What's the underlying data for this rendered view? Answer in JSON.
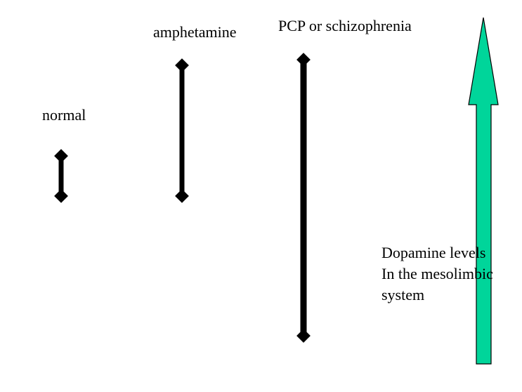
{
  "labels": {
    "normal": "normal",
    "amphetamine": "amphetamine",
    "pcp": "PCP or schizophrenia"
  },
  "caption": {
    "line1": "Dopamine levels",
    "line2": "In the mesolimbic",
    "line3": "system"
  },
  "colors": {
    "bars": "#000000",
    "arrow_fill": "#00d59a",
    "arrow_stroke": "#000000"
  }
}
